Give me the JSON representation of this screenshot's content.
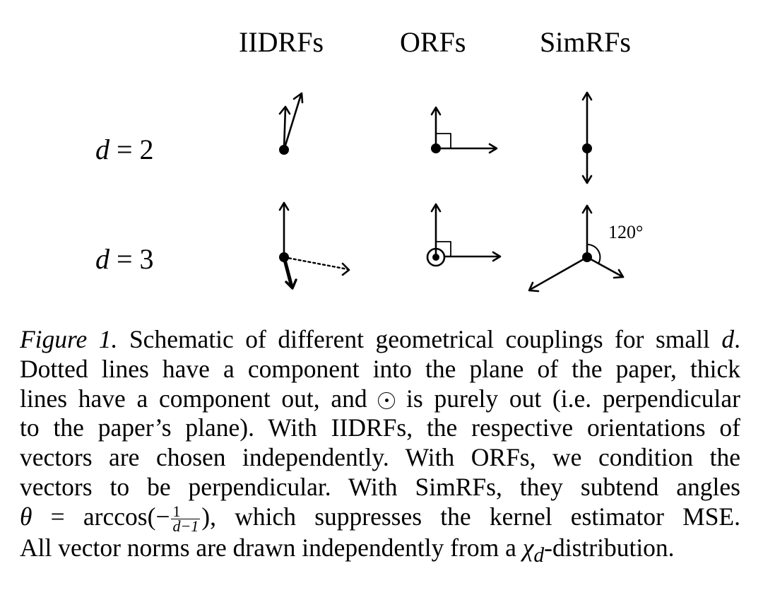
{
  "figure": {
    "columns": [
      "IIDRFs",
      "ORFs",
      "SimRFs"
    ],
    "rows": [
      {
        "var": "d",
        "eq": " = 2"
      },
      {
        "var": "d",
        "eq": " = 3"
      }
    ],
    "angle_label": "120°"
  },
  "caption": {
    "figure_label": "Figure 1.",
    "line1_text": " Schematic of different geometrical couplings for small ",
    "line1_var": "d",
    "line1_end": ".",
    "line2": "Dotted lines have a component into the plane of the paper, thick",
    "line3_a": "lines have a component out, and ",
    "line3_b": " is purely out (i.e. perpendicular",
    "line4": "to the paper’s plane). With IIDRFs, the respective orientations of",
    "line5": "vectors are chosen independently. With ORFs, we condition the",
    "line6": "vectors to be perpendicular. With SimRFs, they subtend angles",
    "line7_theta": "θ",
    "line7_eq": " = arccos(−",
    "line7_frac_num": "1",
    "line7_frac_den": "d−1",
    "line7_rest": "), which suppresses the kernel estimator MSE.",
    "line8_a": "All vector norms are drawn independently from a ",
    "line8_chi": "χ",
    "line8_sub": "d",
    "line8_b": "-distribution."
  }
}
